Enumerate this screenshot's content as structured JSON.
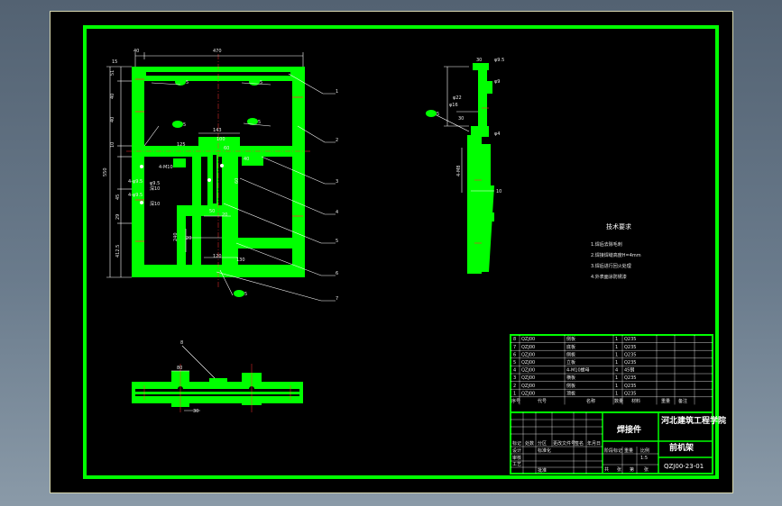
{
  "colors": {
    "outline": "#00ff00",
    "background": "#000000",
    "leader": "#ffffff",
    "desktop": "#5f6f7f"
  },
  "front_view": {
    "top_dims": [
      "40",
      "470"
    ],
    "left_dims": [
      "15",
      "51",
      "40",
      "10",
      "40",
      "550",
      "45",
      "29",
      "412.5"
    ],
    "inner_dims": [
      "143",
      "100",
      "60",
      "125",
      "40",
      "240",
      "20",
      "60",
      "50",
      "120",
      "20",
      "130"
    ],
    "notes": [
      "4-M10",
      "4-φ9.5",
      "φ9.5",
      "深10",
      "4-φ9.5",
      "深10"
    ],
    "weld_marks": [
      "5",
      "5",
      "5",
      "5",
      "5"
    ],
    "balloons": [
      "1",
      "2",
      "3",
      "4",
      "5",
      "6",
      "7"
    ]
  },
  "side_view": {
    "dims": [
      "30",
      "φ9.5",
      "φ9",
      "φ22",
      "φ16",
      "30",
      "4-M8",
      "10",
      "φ4"
    ],
    "weld_marks": [
      "5"
    ]
  },
  "bottom_view": {
    "dims": [
      "80",
      "30"
    ],
    "balloon": "8"
  },
  "tech_req": {
    "title": "技术要求",
    "lines": [
      "1.焊后去除毛刺",
      "2.焊接焊缝高度H=4mm",
      "3.焊后进行回火处理",
      "4.外表面涂防锈漆"
    ]
  },
  "parts_list": {
    "rows": [
      [
        "8",
        "QZJ00",
        "侧板",
        "1",
        "Q235",
        ""
      ],
      [
        "7",
        "QZJ00",
        "底板",
        "1",
        "Q235",
        ""
      ],
      [
        "6",
        "QZJ00",
        "侧板",
        "1",
        "Q235",
        ""
      ],
      [
        "5",
        "QZJ00",
        "立板",
        "1",
        "Q235",
        ""
      ],
      [
        "4",
        "QZJ00",
        "4-M10螺母",
        "4",
        "45钢",
        ""
      ],
      [
        "3",
        "QZJ00",
        "横板",
        "1",
        "Q235",
        ""
      ],
      [
        "2",
        "QZJ00",
        "侧板",
        "1",
        "Q235",
        ""
      ],
      [
        "1",
        "QZJ00",
        "顶板",
        "1",
        "Q235",
        ""
      ]
    ],
    "header": [
      "序号",
      "代号",
      "名称",
      "数量",
      "材料",
      "重量",
      "备注"
    ]
  },
  "title_block": {
    "assembly_name": "焊接件",
    "school": "河北建筑工程学院",
    "part_name": "前机架",
    "drawing_no": "QZJ00-23-01",
    "scale_label": "比例",
    "scale": "1:5",
    "revision_labels": [
      "标记",
      "处数",
      "分区",
      "更改文件号",
      "签名",
      "年月日"
    ],
    "role_labels": [
      "设计",
      "审核",
      "工艺",
      "标准化",
      "批准"
    ],
    "stage_labels": [
      "阶段标记",
      "重量",
      "比例"
    ],
    "sheet_labels": [
      "共",
      "张",
      "第",
      "张"
    ]
  }
}
